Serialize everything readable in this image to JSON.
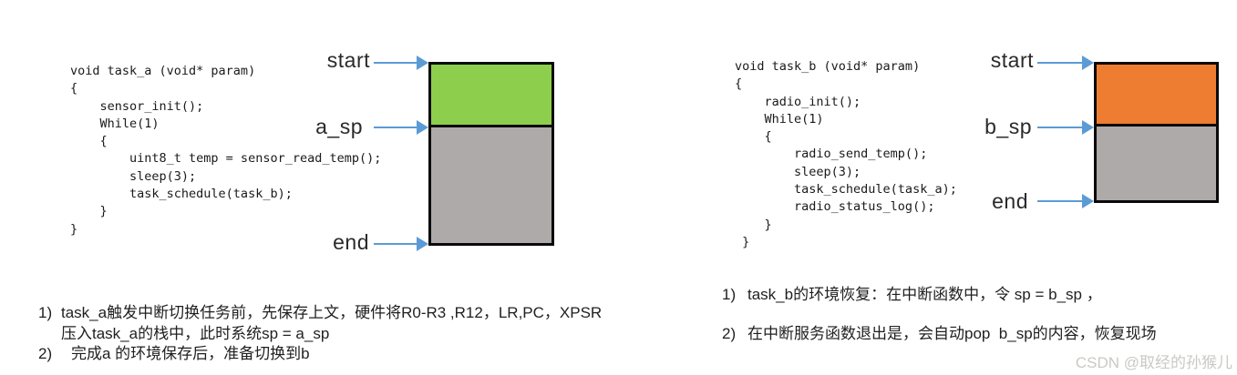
{
  "panels": {
    "left": {
      "code": "void task_a (void* param)\n{\n    sensor_init();\n    While(1)\n    {\n        uint8_t temp = sensor_read_temp();\n        sleep(3);\n        task_schedule(task_b);\n    }\n}",
      "stack": {
        "start_label": "start",
        "sp_label": "a_sp",
        "end_label": "end",
        "used_color": "#8dcf4d",
        "free_color": "#adaaa9",
        "border_color": "#0a0a0a"
      },
      "notes": [
        {
          "marker": "1)",
          "text": "task_a触发中断切换任务前，先保存上文，硬件将R0-R3 ,R12，LR,PC，XPSR"
        },
        {
          "marker": "",
          "text": "压入task_a的栈中，此时系统sp = a_sp"
        },
        {
          "marker": "2)",
          "text": "完成a 的环境保存后，准备切换到b"
        }
      ]
    },
    "right": {
      "code": "void task_b (void* param)\n{\n    radio_init();\n    While(1)\n    {\n        radio_send_temp();\n        sleep(3);\n        task_schedule(task_a);\n        radio_status_log();\n    }\n }",
      "stack": {
        "start_label": "start",
        "sp_label": "b_sp",
        "end_label": "end",
        "used_color": "#ee7d31",
        "free_color": "#adaaa9",
        "border_color": "#0a0a0a"
      },
      "notes": [
        {
          "marker": "1)",
          "text": "task_b的环境恢复：在中断函数中，令 sp = b_sp ，"
        },
        {
          "marker": "2)",
          "text": "在中断服务函数退出是，会自动pop  b_sp的内容，恢复现场"
        }
      ]
    }
  },
  "arrow_color": "#5b9bd5",
  "watermark": "CSDN @取经的孙猴儿"
}
